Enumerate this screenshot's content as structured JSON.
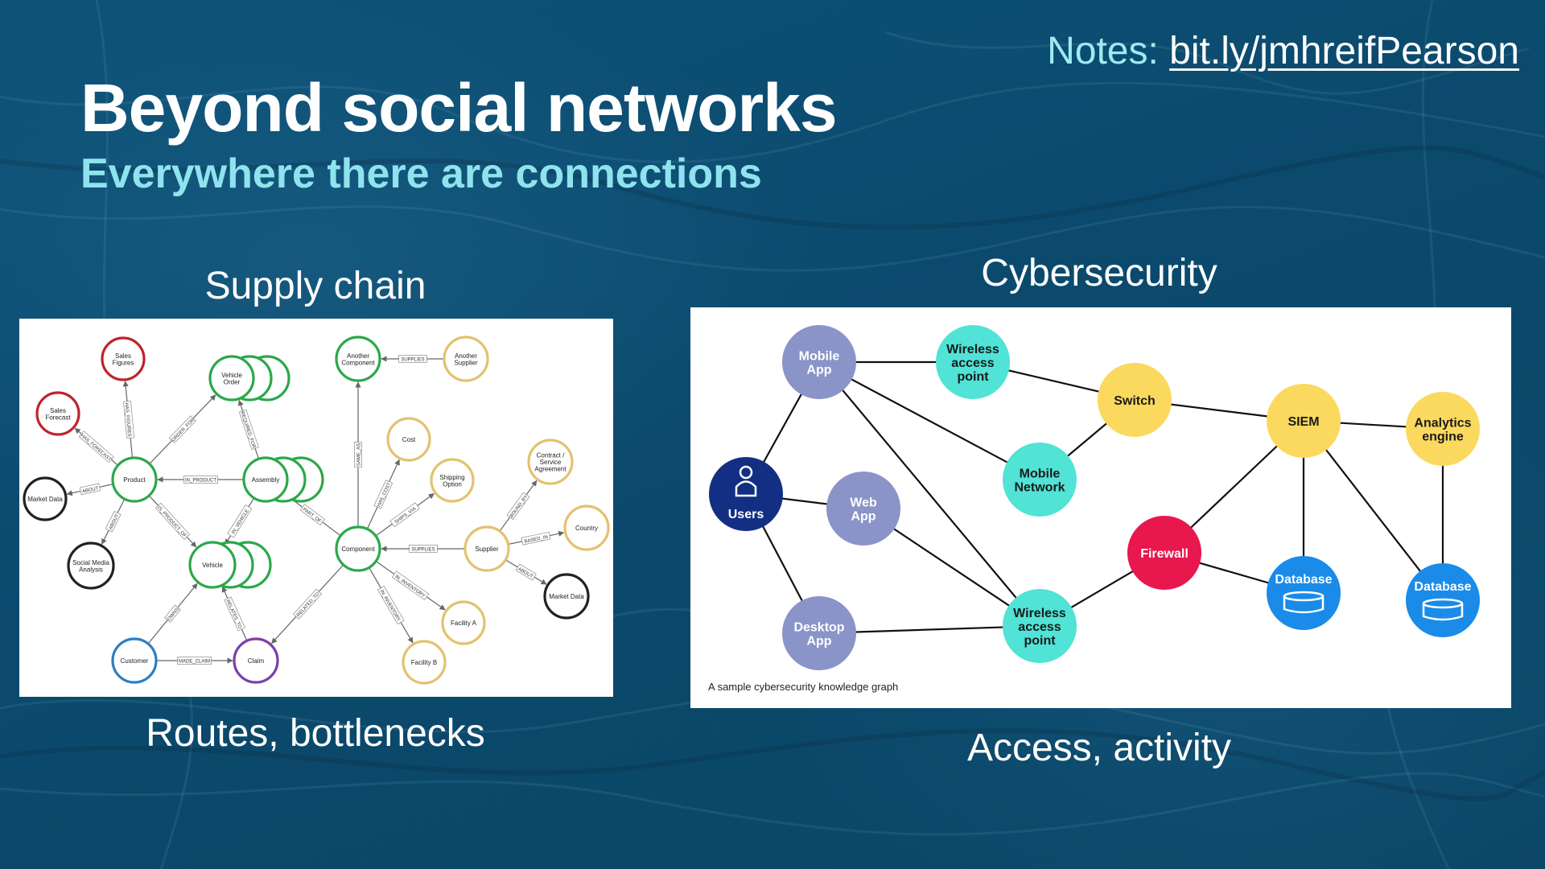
{
  "header": {
    "title": "Beyond social networks",
    "subtitle": "Everywhere there are connections",
    "notes_prefix": "Notes: ",
    "notes_link": "bit.ly/jmhreifPearson"
  },
  "supply_chain": {
    "heading": "Supply chain",
    "caption": "Routes, bottlenecks",
    "nodes": [
      {
        "id": "sales-figures",
        "label": "Sales Figures",
        "kind": "red"
      },
      {
        "id": "sales-forecast",
        "label": "Sales Forecast",
        "kind": "red"
      },
      {
        "id": "market-data-left",
        "label": "Market Data",
        "kind": "black"
      },
      {
        "id": "social-media",
        "label": "Social Media Analysis",
        "kind": "black"
      },
      {
        "id": "product",
        "label": "Product",
        "kind": "green"
      },
      {
        "id": "vehicle-order",
        "label": "Vehicle Order",
        "kind": "green"
      },
      {
        "id": "assembly",
        "label": "Assembly",
        "kind": "green"
      },
      {
        "id": "vehicle",
        "label": "Vehicle",
        "kind": "green"
      },
      {
        "id": "customer",
        "label": "Customer",
        "kind": "blue"
      },
      {
        "id": "claim",
        "label": "Claim",
        "kind": "purple"
      },
      {
        "id": "another-component",
        "label": "Another Component",
        "kind": "green"
      },
      {
        "id": "another-supplier",
        "label": "Another Supplier",
        "kind": "yellow"
      },
      {
        "id": "component",
        "label": "Component",
        "kind": "green"
      },
      {
        "id": "cost",
        "label": "Cost",
        "kind": "yellow"
      },
      {
        "id": "shipping-option",
        "label": "Shipping Option",
        "kind": "yellow"
      },
      {
        "id": "contract",
        "label": "Contract / Service Agreement",
        "kind": "yellow"
      },
      {
        "id": "supplier",
        "label": "Supplier",
        "kind": "yellow"
      },
      {
        "id": "country",
        "label": "Country",
        "kind": "yellow"
      },
      {
        "id": "market-data-right",
        "label": "Market Data",
        "kind": "black"
      },
      {
        "id": "facility-a",
        "label": "Facility A",
        "kind": "yellow"
      },
      {
        "id": "facility-b",
        "label": "Facility B",
        "kind": "yellow"
      }
    ],
    "edges": [
      {
        "from": "product",
        "to": "sales-figures",
        "label": "HAS_FIGURES"
      },
      {
        "from": "product",
        "to": "sales-forecast",
        "label": "HAS_FORECAST"
      },
      {
        "from": "product",
        "to": "market-data-left",
        "label": "ABOUT"
      },
      {
        "from": "product",
        "to": "social-media",
        "label": "ABOUT"
      },
      {
        "from": "product",
        "to": "vehicle-order",
        "label": "ORDER_FOR"
      },
      {
        "from": "assembly",
        "to": "product",
        "label": "IN_PRODUCT"
      },
      {
        "from": "product",
        "to": "vehicle",
        "label": "IS_PRODUCT_OF"
      },
      {
        "from": "assembly",
        "to": "vehicle-order",
        "label": "REQUIRED_FOR"
      },
      {
        "from": "assembly",
        "to": "vehicle",
        "label": "IN_VEHICLE"
      },
      {
        "from": "component",
        "to": "assembly",
        "label": "PART_OF"
      },
      {
        "from": "customer",
        "to": "vehicle",
        "label": "OWNS"
      },
      {
        "from": "customer",
        "to": "claim",
        "label": "MADE_CLAIM"
      },
      {
        "from": "claim",
        "to": "vehicle",
        "label": "RELATES_TO"
      },
      {
        "from": "component",
        "to": "claim",
        "label": "RELATED_TO"
      },
      {
        "from": "component",
        "to": "another-component",
        "label": "SAME_AS"
      },
      {
        "from": "another-supplier",
        "to": "another-component",
        "label": "SUPPLIES"
      },
      {
        "from": "component",
        "to": "cost",
        "label": "HAS_COST"
      },
      {
        "from": "component",
        "to": "shipping-option",
        "label": "SHIPS_VIA"
      },
      {
        "from": "supplier",
        "to": "component",
        "label": "SUPPLIES"
      },
      {
        "from": "supplier",
        "to": "contract",
        "label": "BOUND_BY"
      },
      {
        "from": "supplier",
        "to": "country",
        "label": "BASED_IN"
      },
      {
        "from": "supplier",
        "to": "market-data-right",
        "label": "ABOUT"
      },
      {
        "from": "component",
        "to": "facility-a",
        "label": "IN_INVENTORY"
      },
      {
        "from": "component",
        "to": "facility-b",
        "label": "IN_INVENTORY"
      }
    ]
  },
  "cybersecurity": {
    "heading": "Cybersecurity",
    "caption": "Access, activity",
    "panel_caption": "A sample cybersecurity knowledge graph",
    "nodes": [
      {
        "id": "mobile-app",
        "lines": [
          "Mobile",
          "App"
        ],
        "kind": "app"
      },
      {
        "id": "wireless-top",
        "lines": [
          "Wireless",
          "access",
          "point"
        ],
        "kind": "network"
      },
      {
        "id": "switch",
        "lines": [
          "Switch"
        ],
        "kind": "infra"
      },
      {
        "id": "siem",
        "lines": [
          "SIEM"
        ],
        "kind": "infra"
      },
      {
        "id": "analytics",
        "lines": [
          "Analytics",
          "engine"
        ],
        "kind": "infra"
      },
      {
        "id": "users",
        "lines": [
          "Users"
        ],
        "kind": "user"
      },
      {
        "id": "web-app",
        "lines": [
          "Web",
          "App"
        ],
        "kind": "app"
      },
      {
        "id": "mobile-network",
        "lines": [
          "Mobile",
          "Network"
        ],
        "kind": "network"
      },
      {
        "id": "firewall",
        "lines": [
          "Firewall"
        ],
        "kind": "firewall"
      },
      {
        "id": "database-1",
        "lines": [
          "Database"
        ],
        "kind": "database"
      },
      {
        "id": "database-2",
        "lines": [
          "Database"
        ],
        "kind": "database"
      },
      {
        "id": "desktop-app",
        "lines": [
          "Desktop",
          "App"
        ],
        "kind": "app"
      },
      {
        "id": "wireless-bottom",
        "lines": [
          "Wireless",
          "access",
          "point"
        ],
        "kind": "network"
      }
    ],
    "edges": [
      {
        "from": "mobile-app",
        "to": "wireless-top"
      },
      {
        "from": "wireless-top",
        "to": "switch"
      },
      {
        "from": "switch",
        "to": "siem"
      },
      {
        "from": "siem",
        "to": "analytics"
      },
      {
        "from": "users",
        "to": "mobile-app"
      },
      {
        "from": "users",
        "to": "web-app"
      },
      {
        "from": "users",
        "to": "desktop-app"
      },
      {
        "from": "mobile-app",
        "to": "mobile-network"
      },
      {
        "from": "mobile-network",
        "to": "switch"
      },
      {
        "from": "mobile-app",
        "to": "wireless-bottom"
      },
      {
        "from": "web-app",
        "to": "wireless-bottom"
      },
      {
        "from": "desktop-app",
        "to": "wireless-bottom"
      },
      {
        "from": "wireless-bottom",
        "to": "firewall"
      },
      {
        "from": "firewall",
        "to": "siem"
      },
      {
        "from": "firewall",
        "to": "database-1"
      },
      {
        "from": "siem",
        "to": "database-1"
      },
      {
        "from": "siem",
        "to": "database-2"
      },
      {
        "from": "analytics",
        "to": "database-2"
      }
    ]
  },
  "colors": {
    "red": "#c0232c",
    "black": "#222222",
    "green": "#2aa84a",
    "yellow": "#e3c26f",
    "blue": "#2b7fc3",
    "purple": "#7a3fa7",
    "app": "#8a94c8",
    "network": "#50e3d6",
    "infra": "#fbd95e",
    "user": "#132f83",
    "firewall": "#e8174e",
    "database": "#1a8be8",
    "edge_dark": "#111111",
    "edge_grey": "#666666"
  }
}
